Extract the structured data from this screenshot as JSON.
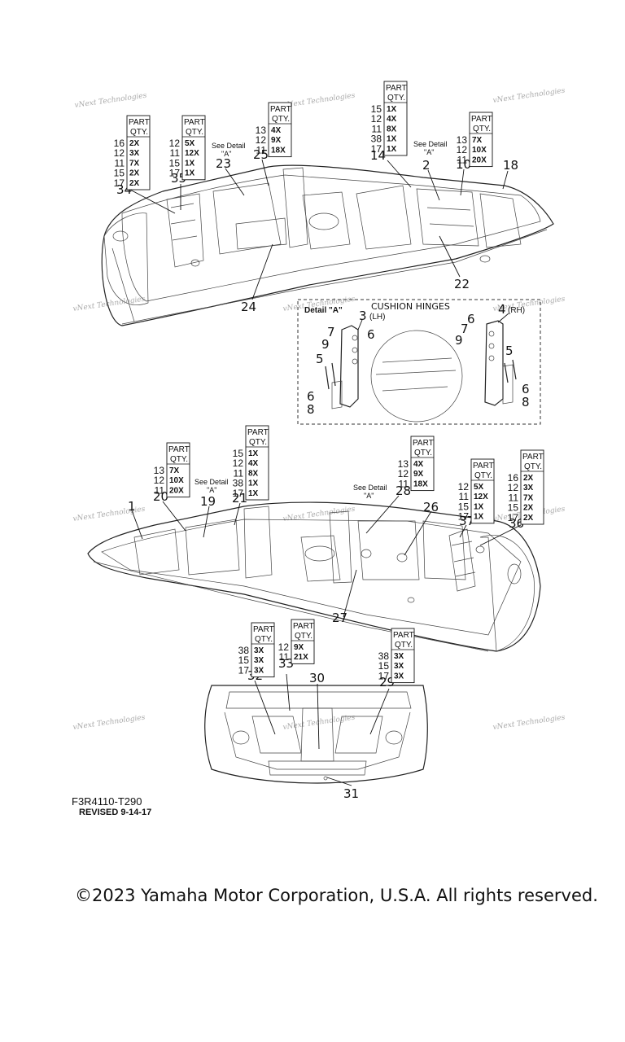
{
  "diagram_code": "F3R4110-T290",
  "revised": "REVISED 9-14-17",
  "copyright": "©2023 Yamaha Motor Corporation, U.S.A. All rights reserved.",
  "watermark": "vNext Technologies",
  "detail_title": "CUSHION HINGES",
  "detail_label": "Detail \"A\"",
  "see_detail": [
    "See Detail",
    "\"A\""
  ],
  "side_lh": "(LH)",
  "side_rh": "(RH)",
  "table_header": [
    "PART",
    "QTY."
  ],
  "callouts": {
    "top": [
      "34",
      "35",
      "23",
      "25",
      "14",
      "2",
      "10",
      "18",
      "24",
      "22"
    ],
    "detail": [
      "3",
      "4",
      "7",
      "6",
      "9",
      "5",
      "6",
      "8",
      "6",
      "7",
      "9",
      "5",
      "6",
      "8"
    ],
    "mid": [
      "1",
      "20",
      "19",
      "21",
      "28",
      "26",
      "37",
      "36",
      "27"
    ],
    "bottom": [
      "32",
      "33",
      "30",
      "29",
      "31"
    ]
  },
  "qty_tables": [
    {
      "rows": [
        [
          "16",
          "2X"
        ],
        [
          "12",
          "3X"
        ],
        [
          "11",
          "7X"
        ],
        [
          "15",
          "2X"
        ],
        [
          "17",
          "2X"
        ]
      ]
    },
    {
      "rows": [
        [
          "12",
          "5X"
        ],
        [
          "11",
          "12X"
        ],
        [
          "15",
          "1X"
        ],
        [
          "17",
          "1X"
        ]
      ]
    },
    {
      "rows": [
        [
          "13",
          "4X"
        ],
        [
          "12",
          "9X"
        ],
        [
          "11",
          "18X"
        ]
      ]
    },
    {
      "rows": [
        [
          "15",
          "1X"
        ],
        [
          "12",
          "4X"
        ],
        [
          "11",
          "8X"
        ],
        [
          "38",
          "1X"
        ],
        [
          "17",
          "1X"
        ]
      ]
    },
    {
      "rows": [
        [
          "13",
          "7X"
        ],
        [
          "12",
          "10X"
        ],
        [
          "11",
          "20X"
        ]
      ]
    },
    {
      "rows": [
        [
          "13",
          "7X"
        ],
        [
          "12",
          "10X"
        ],
        [
          "11",
          "20X"
        ]
      ]
    },
    {
      "rows": [
        [
          "15",
          "1X"
        ],
        [
          "12",
          "4X"
        ],
        [
          "11",
          "8X"
        ],
        [
          "38",
          "1X"
        ],
        [
          "17",
          "1X"
        ]
      ]
    },
    {
      "rows": [
        [
          "13",
          "4X"
        ],
        [
          "12",
          "9X"
        ],
        [
          "11",
          "18X"
        ]
      ]
    },
    {
      "rows": [
        [
          "12",
          "5X"
        ],
        [
          "11",
          "12X"
        ],
        [
          "15",
          "1X"
        ],
        [
          "17",
          "1X"
        ]
      ]
    },
    {
      "rows": [
        [
          "16",
          "2X"
        ],
        [
          "12",
          "3X"
        ],
        [
          "11",
          "7X"
        ],
        [
          "15",
          "2X"
        ],
        [
          "17",
          "2X"
        ]
      ]
    },
    {
      "rows": [
        [
          "38",
          "3X"
        ],
        [
          "15",
          "3X"
        ],
        [
          "17",
          "3X"
        ]
      ]
    },
    {
      "rows": [
        [
          "12",
          "9X"
        ],
        [
          "11",
          "21X"
        ]
      ]
    },
    {
      "rows": [
        [
          "38",
          "3X"
        ],
        [
          "15",
          "3X"
        ],
        [
          "17",
          "3X"
        ]
      ]
    }
  ]
}
